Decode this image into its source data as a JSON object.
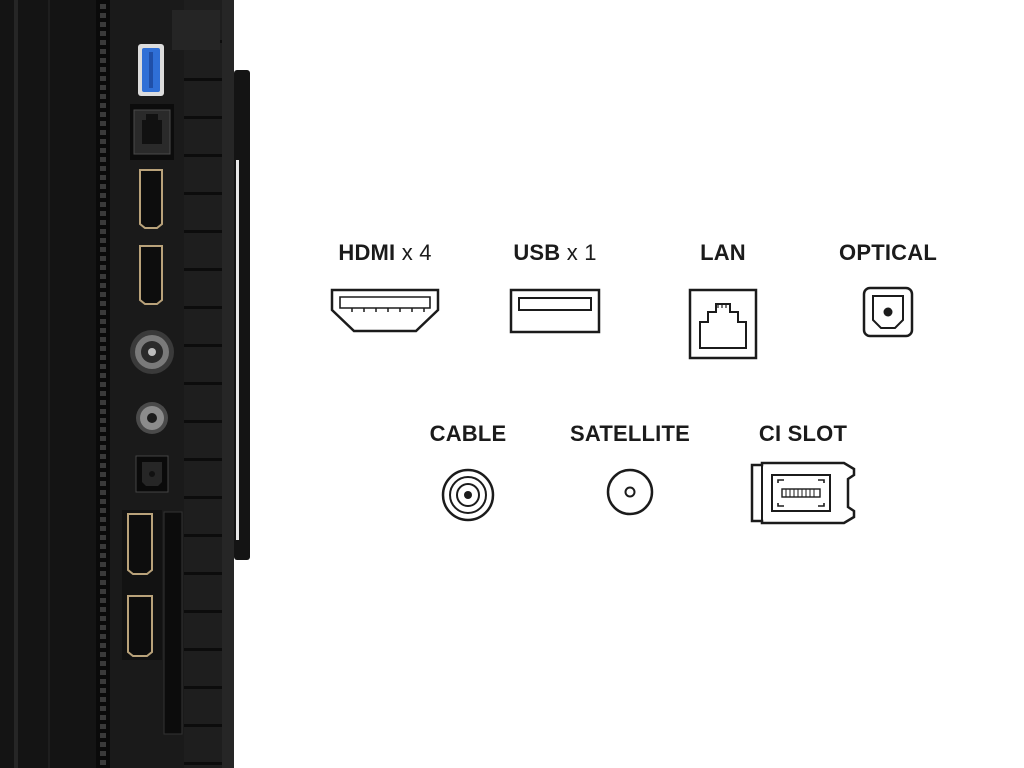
{
  "colors": {
    "panel_dark": "#161616",
    "panel_mid": "#222222",
    "usb_blue": "#2f6fd6",
    "gold_trim": "#b9a27a",
    "icon_stroke": "#1b1b1b"
  },
  "ports": [
    {
      "id": "hdmi",
      "name": "HDMI",
      "multiplier": "x 4",
      "icon": "hdmi-icon"
    },
    {
      "id": "usb",
      "name": "USB",
      "multiplier": "x 1",
      "icon": "usb-icon"
    },
    {
      "id": "lan",
      "name": "LAN",
      "multiplier": "",
      "icon": "lan-icon"
    },
    {
      "id": "optical",
      "name": "OPTICAL",
      "multiplier": "",
      "icon": "optical-icon"
    },
    {
      "id": "cable",
      "name": "CABLE",
      "multiplier": "",
      "icon": "cable-icon"
    },
    {
      "id": "satellite",
      "name": "SATELLITE",
      "multiplier": "",
      "icon": "satellite-icon"
    },
    {
      "id": "ci",
      "name": "CI SLOT",
      "multiplier": "",
      "icon": "ci-slot-icon"
    }
  ]
}
